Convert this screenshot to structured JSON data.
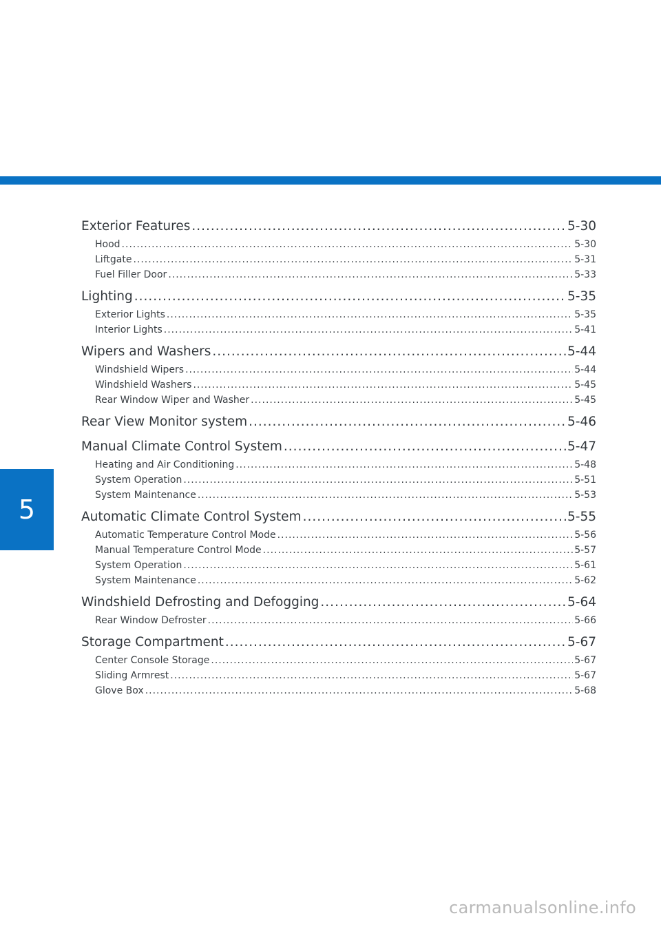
{
  "chapter": {
    "number": "5"
  },
  "colors": {
    "accent": "#0a72c4",
    "text": "#33383d",
    "watermark": "#b9b9b9"
  },
  "toc": [
    {
      "title": "Exterior Features",
      "page": "5-30",
      "items": [
        {
          "title": "Hood",
          "page": "5-30"
        },
        {
          "title": "Liftgate",
          "page": "5-31"
        },
        {
          "title": "Fuel Filler Door",
          "page": "5-33"
        }
      ]
    },
    {
      "title": "Lighting",
      "page": "5-35",
      "items": [
        {
          "title": "Exterior Lights",
          "page": "5-35"
        },
        {
          "title": "Interior Lights",
          "page": "5-41"
        }
      ]
    },
    {
      "title": "Wipers and Washers",
      "page": "5-44",
      "items": [
        {
          "title": "Windshield Wipers",
          "page": "5-44"
        },
        {
          "title": "Windshield Washers",
          "page": "5-45"
        },
        {
          "title": "Rear Window Wiper and Washer",
          "page": "5-45"
        }
      ]
    },
    {
      "title": "Rear View Monitor system",
      "page": "5-46",
      "items": []
    },
    {
      "title": "Manual Climate Control System",
      "page": "5-47",
      "items": [
        {
          "title": "Heating and Air Conditioning",
          "page": "5-48"
        },
        {
          "title": "System Operation",
          "page": "5-51"
        },
        {
          "title": "System Maintenance",
          "page": "5-53"
        }
      ]
    },
    {
      "title": "Automatic Climate Control System",
      "page": "5-55",
      "items": [
        {
          "title": "Automatic Temperature Control Mode",
          "page": "5-56"
        },
        {
          "title": "Manual Temperature Control Mode",
          "page": "5-57"
        },
        {
          "title": "System Operation",
          "page": "5-61"
        },
        {
          "title": "System Maintenance",
          "page": "5-62"
        }
      ]
    },
    {
      "title": "Windshield Defrosting and Defogging",
      "page": "5-64",
      "items": [
        {
          "title": "Rear Window Defroster",
          "page": "5-66"
        }
      ]
    },
    {
      "title": "Storage Compartment",
      "page": "5-67",
      "items": [
        {
          "title": "Center Console Storage",
          "page": "5-67"
        },
        {
          "title": "Sliding Armrest",
          "page": "5-67"
        },
        {
          "title": "Glove Box",
          "page": "5-68"
        }
      ]
    }
  ],
  "watermark": "carmanualsonline.info"
}
